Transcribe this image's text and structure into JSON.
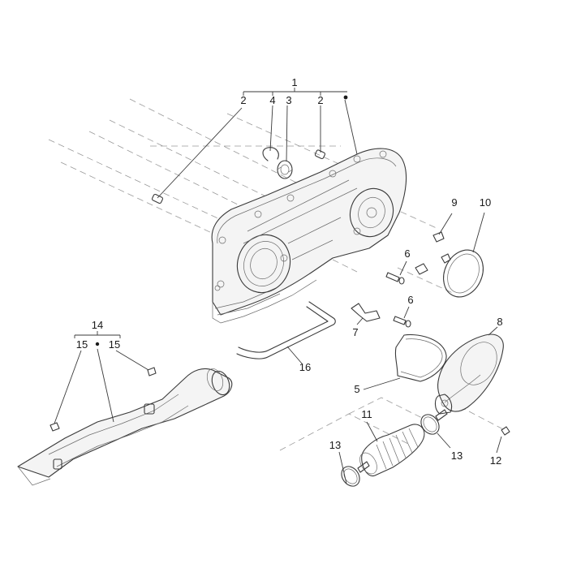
{
  "callouts": {
    "c1": "1",
    "c2a": "2",
    "c4": "4",
    "c3": "3",
    "c2b": "2",
    "c9": "9",
    "c10": "10",
    "c6a": "6",
    "c6b": "6",
    "c7": "7",
    "c8": "8",
    "c16": "16",
    "c5": "5",
    "c11": "11",
    "c13a": "13",
    "c13b": "13",
    "c12": "12",
    "c14": "14",
    "c15a": "15",
    "c15b": "15"
  },
  "kit_marker": "•"
}
